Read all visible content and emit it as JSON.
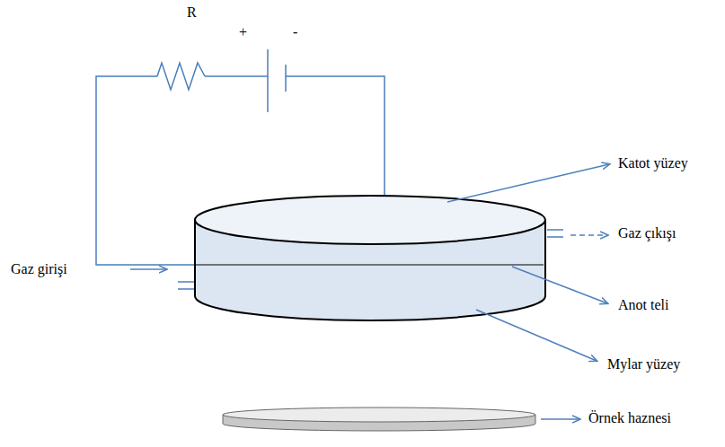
{
  "diagram": {
    "labels": [
      "R",
      "+",
      "-",
      "Katot yüzey",
      "Gaz çıkışı",
      "Anot teli",
      "Mylar yüzey",
      "Gaz girişi",
      "Örnek haznesi"
    ]
  }
}
